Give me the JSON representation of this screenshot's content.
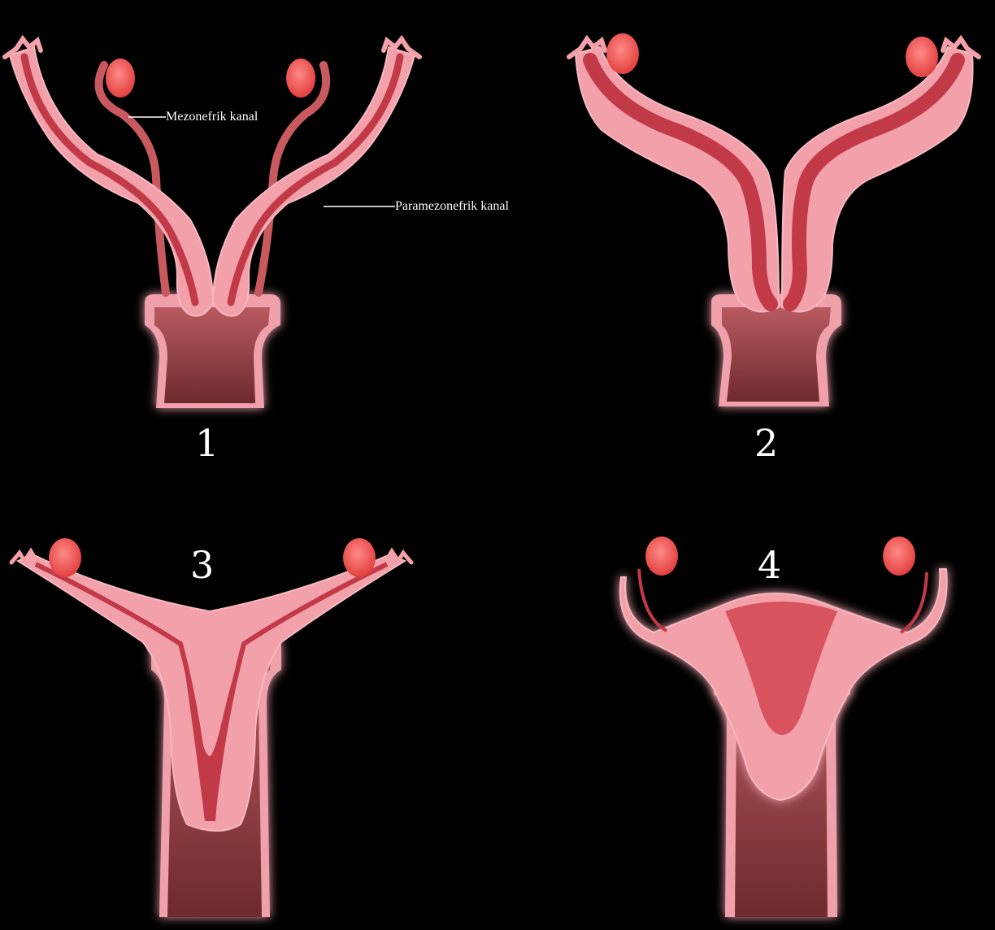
{
  "labels": {
    "mesonephric": "Mezonefrik kanal",
    "paramesonephric": "Paramezonefrik kanal"
  },
  "stages": [
    {
      "number": "1"
    },
    {
      "number": "2"
    },
    {
      "number": "3"
    },
    {
      "number": "4"
    }
  ],
  "colors": {
    "background": "#000000",
    "tissue": "#f2a0aa",
    "tissue_light": "#f7b8c0",
    "lumen": "#c23a48",
    "lumen_dark": "#a52a36",
    "ovary": "#ee4f4f",
    "cervix_dark": "#8a3a3e",
    "cervix_mid": "#b85a60",
    "duct": "#c85a5f",
    "glow": "#ff3050"
  }
}
